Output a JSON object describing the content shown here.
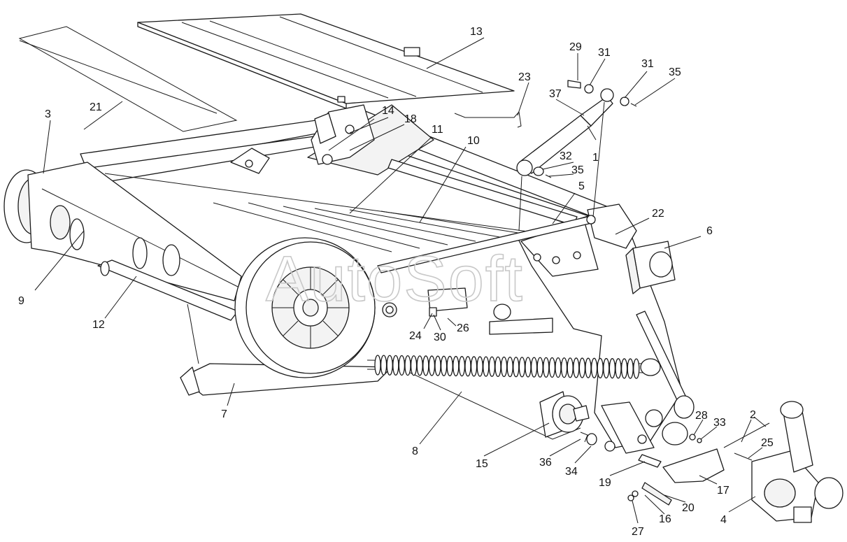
{
  "watermark": "AutoSoft",
  "callouts": [
    {
      "id": "c1",
      "text": "1"
    },
    {
      "id": "c2",
      "text": "2"
    },
    {
      "id": "c3",
      "text": "3"
    },
    {
      "id": "c4",
      "text": "4"
    },
    {
      "id": "c5",
      "text": "5"
    },
    {
      "id": "c6",
      "text": "6"
    },
    {
      "id": "c7",
      "text": "7"
    },
    {
      "id": "c8",
      "text": "8"
    },
    {
      "id": "c9",
      "text": "9"
    },
    {
      "id": "c10",
      "text": "10"
    },
    {
      "id": "c11",
      "text": "11"
    },
    {
      "id": "c12",
      "text": "12"
    },
    {
      "id": "c13",
      "text": "13"
    },
    {
      "id": "c14",
      "text": "14"
    },
    {
      "id": "c15",
      "text": "15"
    },
    {
      "id": "c16",
      "text": "16"
    },
    {
      "id": "c17",
      "text": "17"
    },
    {
      "id": "c18",
      "text": "18"
    },
    {
      "id": "c19",
      "text": "19"
    },
    {
      "id": "c20",
      "text": "20"
    },
    {
      "id": "c21",
      "text": "21"
    },
    {
      "id": "c22",
      "text": "22"
    },
    {
      "id": "c23",
      "text": "23"
    },
    {
      "id": "c24",
      "text": "24"
    },
    {
      "id": "c25",
      "text": "25"
    },
    {
      "id": "c26",
      "text": "26"
    },
    {
      "id": "c27",
      "text": "27"
    },
    {
      "id": "c28",
      "text": "28"
    },
    {
      "id": "c29",
      "text": "29"
    },
    {
      "id": "c30",
      "text": "30"
    },
    {
      "id": "c31a",
      "text": "31"
    },
    {
      "id": "c31b",
      "text": "31"
    },
    {
      "id": "c32",
      "text": "32"
    },
    {
      "id": "c33",
      "text": "33"
    },
    {
      "id": "c34",
      "text": "34"
    },
    {
      "id": "c35a",
      "text": "35"
    },
    {
      "id": "c35b",
      "text": "35"
    },
    {
      "id": "c36",
      "text": "36"
    },
    {
      "id": "c37",
      "text": "37"
    }
  ]
}
